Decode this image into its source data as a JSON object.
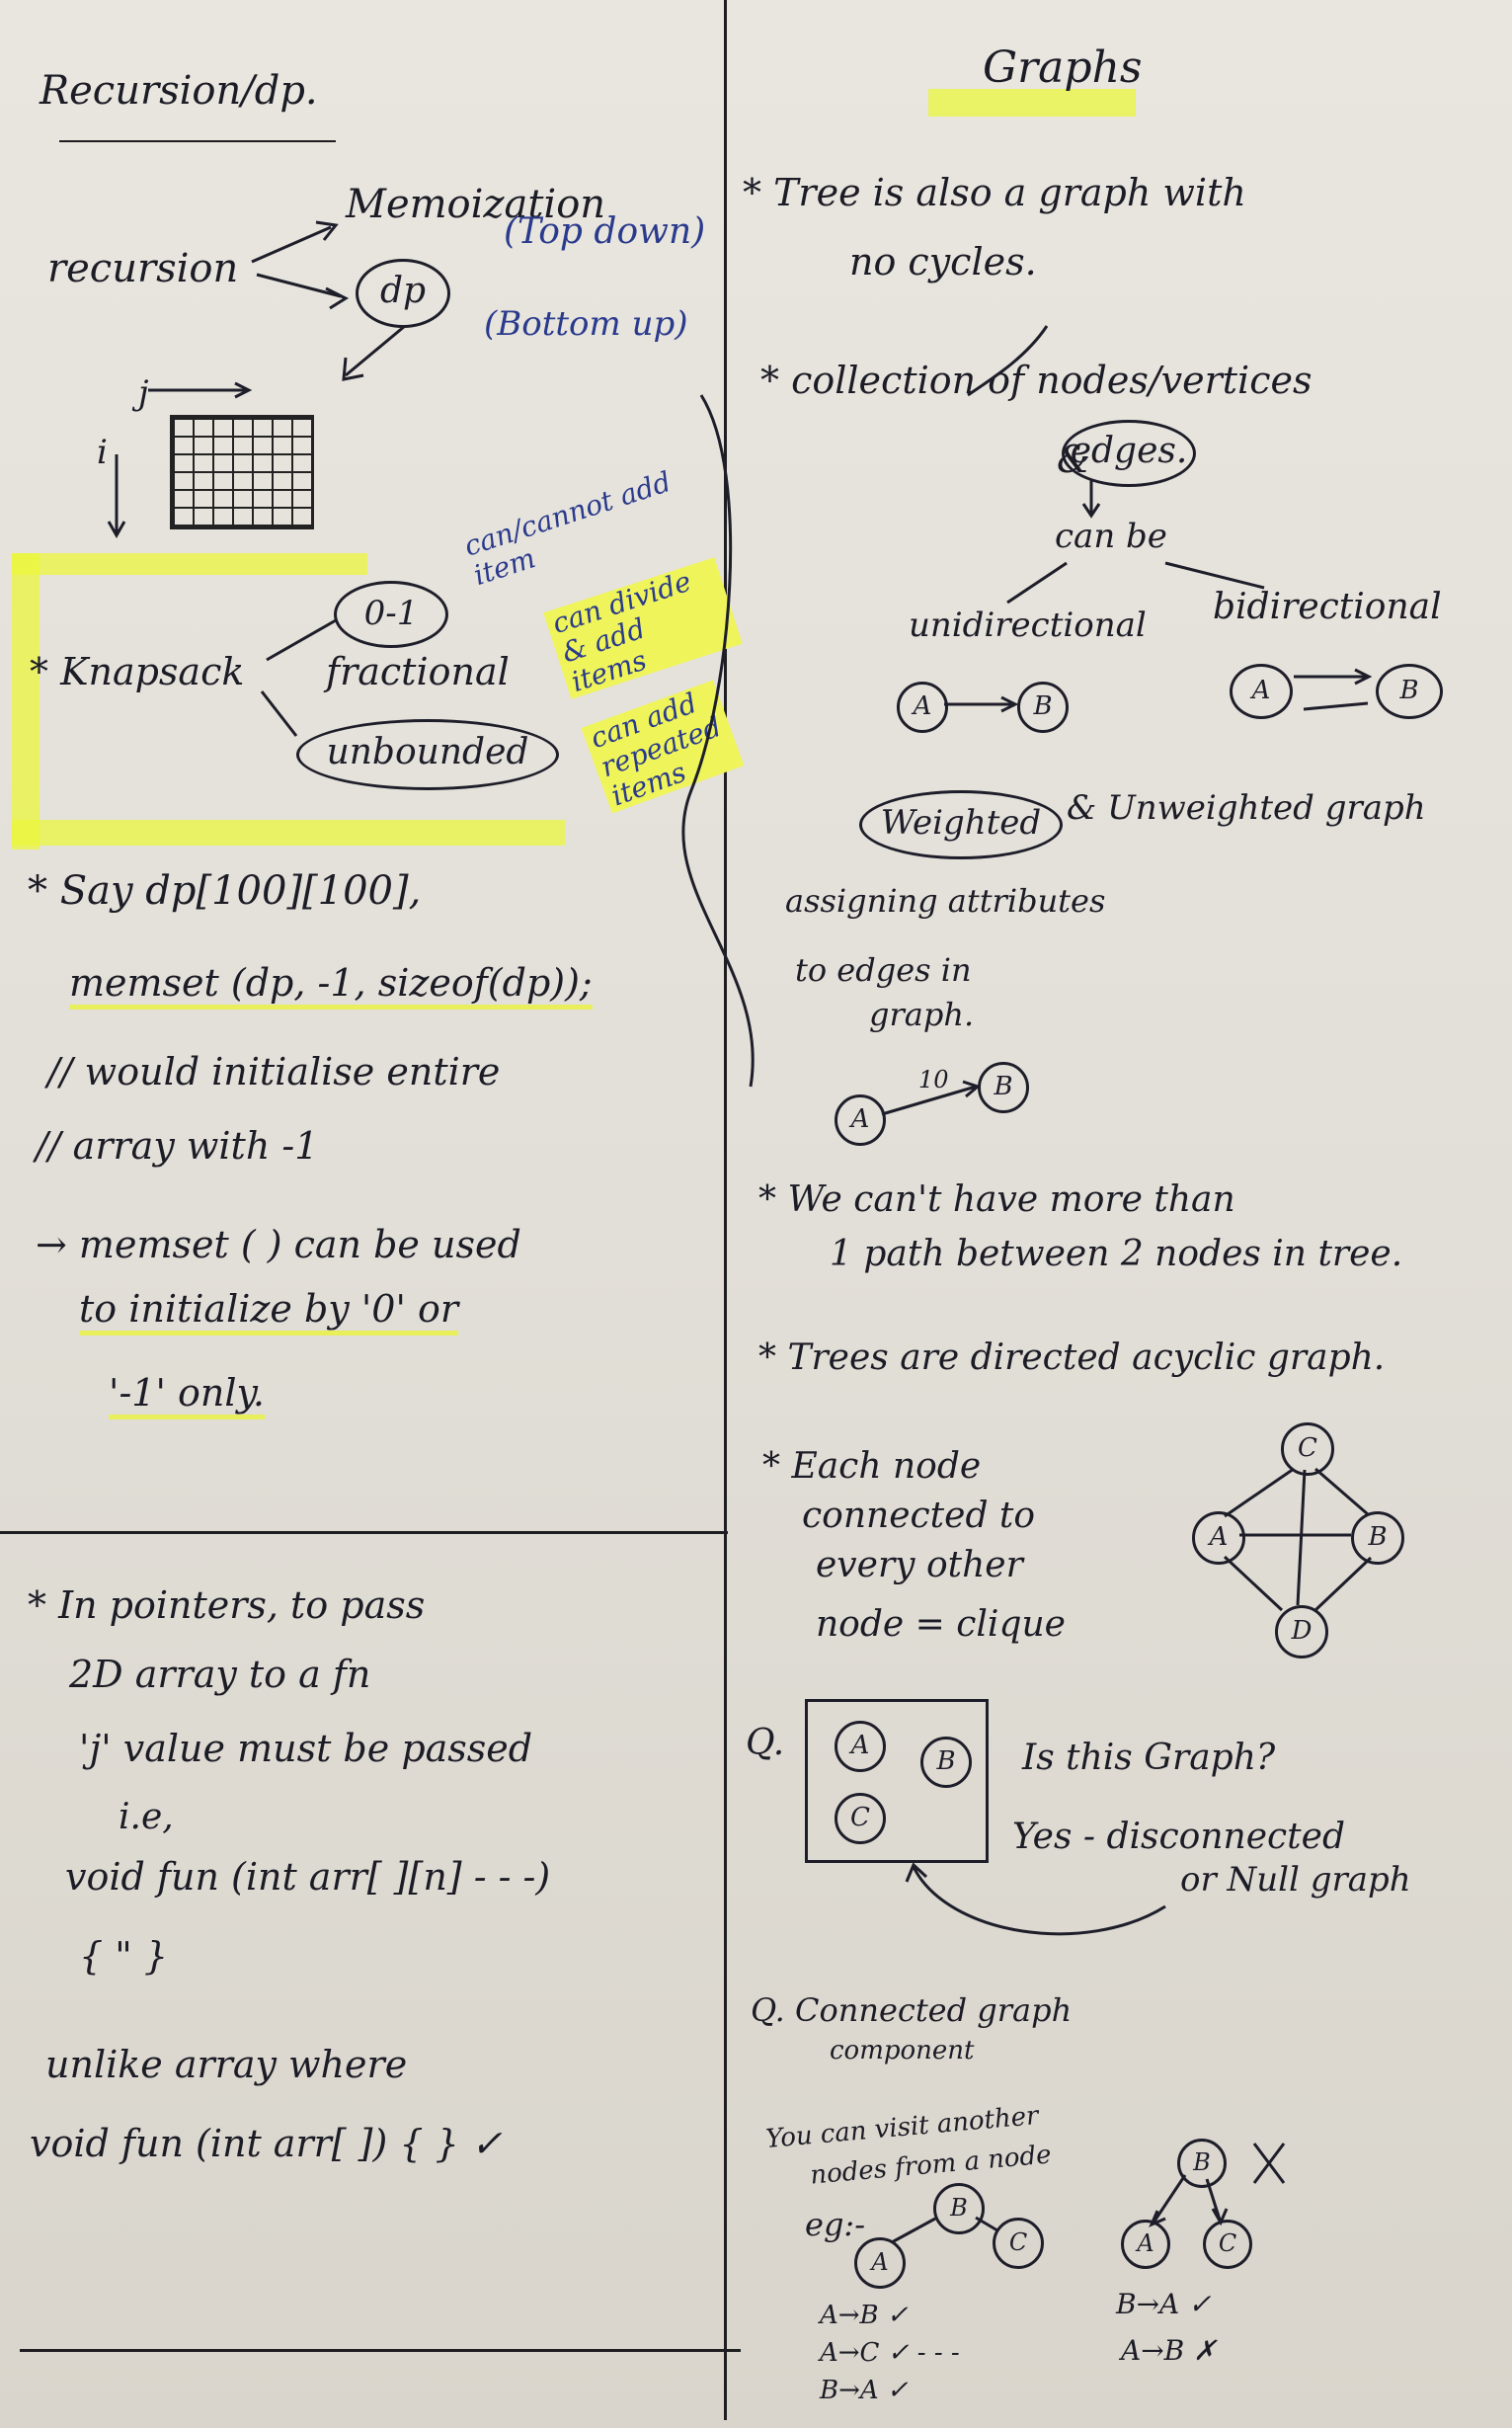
{
  "left": {
    "title": "Recursion/dp.",
    "recursion": "recursion",
    "memoization": "Memoization",
    "top_down": "(Top down)",
    "dp": "dp",
    "bottom_up": "(Bottom up)",
    "grid_j": "j",
    "grid_i": "i",
    "knapsack": {
      "label": "* Knapsack",
      "zero_one": "0-1",
      "zero_one_note": "can/cannot add item",
      "fractional": "fractional",
      "fractional_note": "can divide & add items",
      "unbounded": "unbounded",
      "unbounded_note": "can add repeated items"
    },
    "memset": {
      "line1": "* Say  dp[100][100],",
      "line2": "memset (dp, -1, sizeof(dp));",
      "line3": "// would initialise entire",
      "line4": "//   array  with  -1",
      "line5": "→ memset ( )  can be used",
      "line6": "to initialize   by  '0'  or",
      "line7": "'-1'   only."
    },
    "pointers": {
      "line1": "* In pointers,   to  pass",
      "line2": "2D array   to  a  fn",
      "line3": "'j'  value  must be passed",
      "line4": "i.e,",
      "line5": "void fun (int arr[ ][n] - - -)",
      "line6": "{  \"  }",
      "line7": "unlike  array  where",
      "line8": "void  fun (int arr[ ]) { }  ✓"
    }
  },
  "right": {
    "title": "Graphs",
    "tree_note_1": "* Tree  is also  a  graph with",
    "tree_note_2": "no cycles.",
    "collection_1": "* collection  of nodes/vertices",
    "collection_2": "&",
    "edges": "edges.",
    "can_be": "can be",
    "unidirectional": "unidirectional",
    "bidirectional": "bidirectional",
    "node_a": "A",
    "node_b": "B",
    "node_c": "C",
    "node_d": "D",
    "weighted_label": "Weighted",
    "weighted_rest": "& Unweighted graph",
    "assign_1": "assigning attributes",
    "assign_2": "to edges in",
    "assign_3": "graph.",
    "weight_value": "10",
    "path_note_1": "* We can't  have  more than",
    "path_note_2": "1 path   between  2 nodes in tree.",
    "trees_dag": "* Trees are directed acyclic graph.",
    "clique_1": "* Each node",
    "clique_2": "connected  to",
    "clique_3": "every   other",
    "clique_4": "node = clique",
    "q_label": "Q.",
    "is_graph": "Is this Graph?",
    "answer_1": "Yes - disconnected",
    "answer_2": "or Null graph",
    "connected_title": "Q. Connected graph",
    "component": "component",
    "visit_1": "You can visit another",
    "visit_2": "nodes from a node",
    "eg": "eg:-",
    "paths_left": [
      "A→B ✓",
      "A→C ✓ - - -",
      "B→A ✓"
    ],
    "paths_right": [
      "B→A ✓",
      "A→B ✗"
    ]
  }
}
